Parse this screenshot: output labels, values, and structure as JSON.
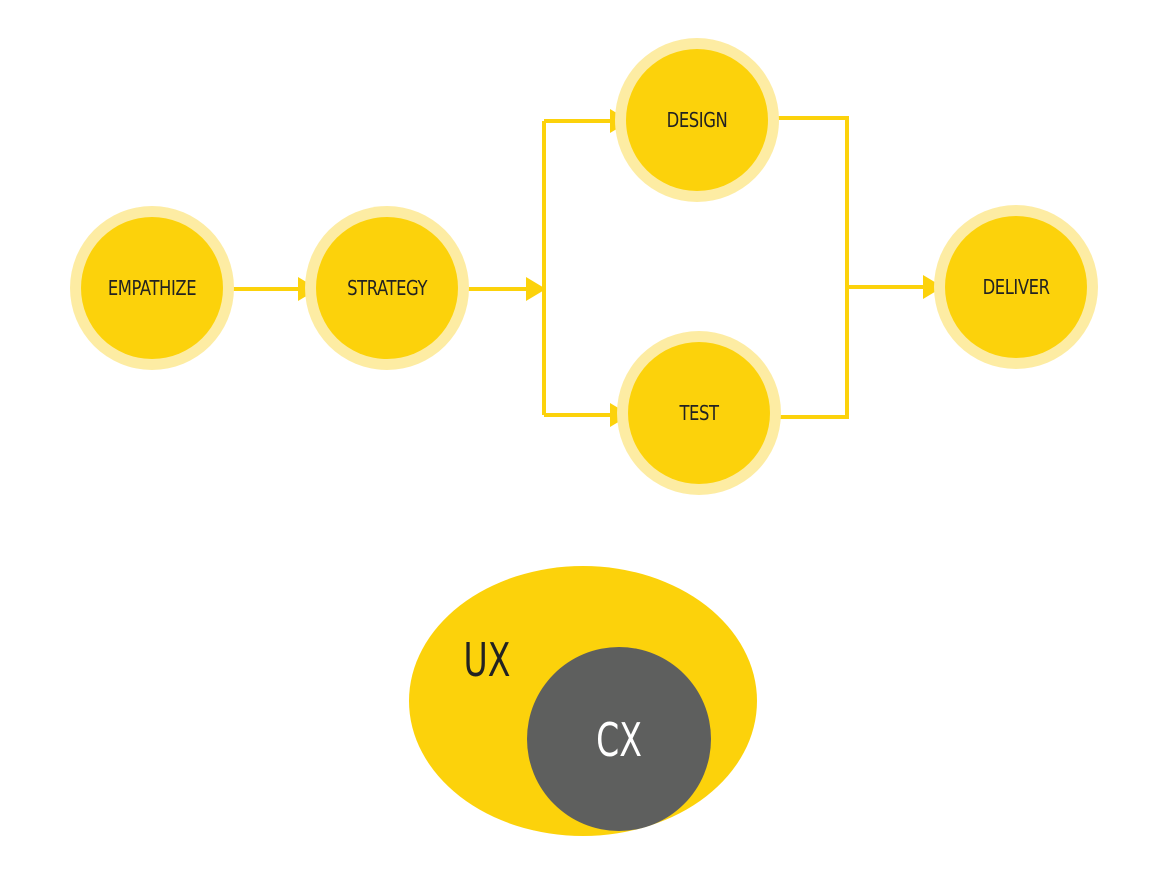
{
  "flow": {
    "nodes": {
      "empathize": "EMPATHIZE",
      "strategy": "STRATEGY",
      "design": "DESIGN",
      "test": "TEST",
      "deliver": "DELIVER"
    }
  },
  "venn": {
    "outer_label": "UX",
    "inner_label": "CX"
  },
  "colors": {
    "node_fill": "#FCD20B",
    "node_halo": "#FDECA3",
    "connector": "#FCD20B",
    "outer_ellipse": "#FCD20B",
    "inner_circle": "#5E5F5E",
    "label_dark": "#222222",
    "label_light": "#FFFFFF"
  }
}
